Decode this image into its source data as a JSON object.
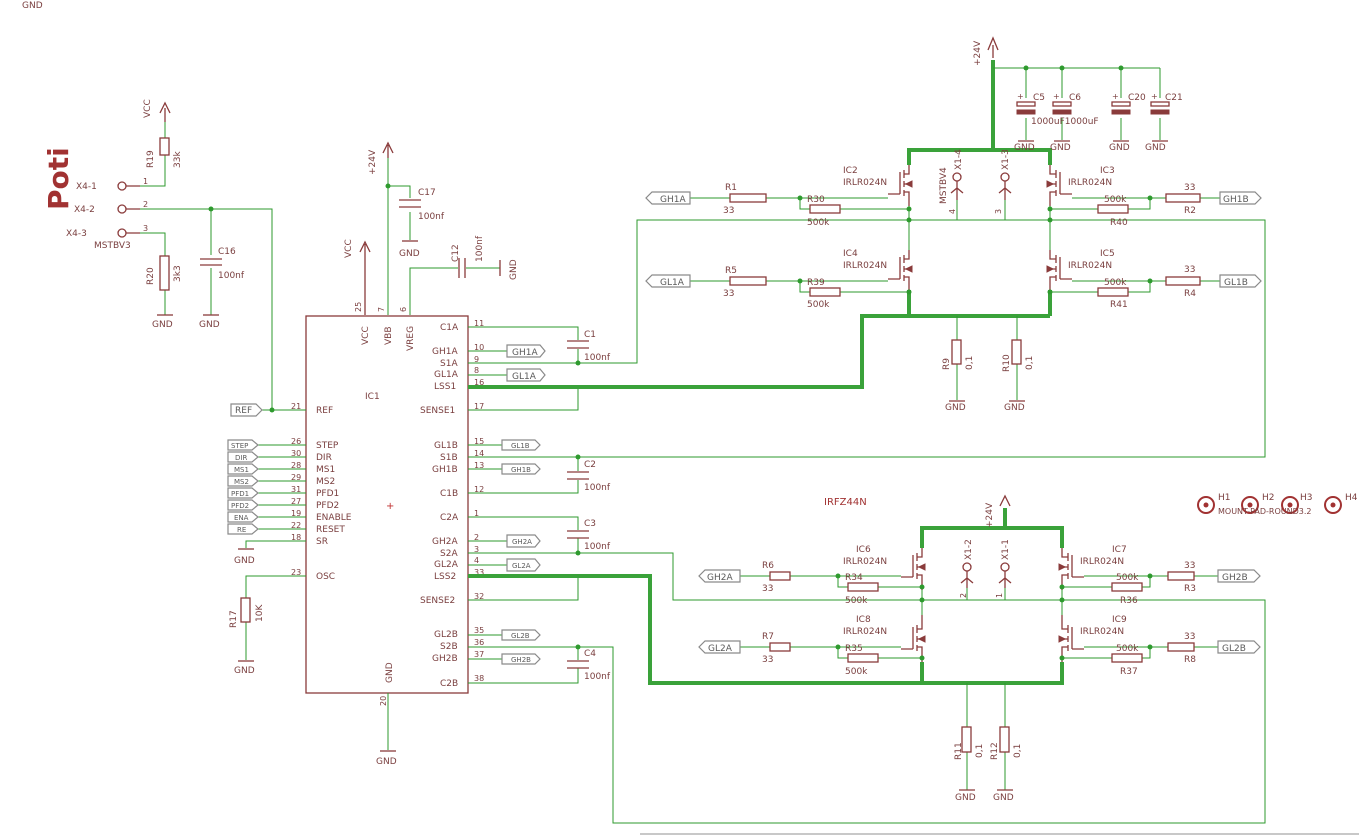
{
  "corner_label": "GND",
  "poti": {
    "title": "Poti",
    "pins": [
      "X4-1",
      "X4-2",
      "X4-3"
    ],
    "connector": "MSTBV3",
    "pin_numbers": [
      "1",
      "2",
      "3"
    ]
  },
  "supplies": {
    "vcc": "VCC",
    "v24": "+24V",
    "gnd": "GND"
  },
  "ic1": {
    "name": "IC1",
    "top_pins": [
      {
        "name": "VCC",
        "num": "25"
      },
      {
        "name": "VBB",
        "num": "7"
      },
      {
        "name": "VREG",
        "num": "6"
      }
    ],
    "bottom_pin": {
      "name": "GND",
      "num": "20"
    },
    "left_pins": [
      {
        "name": "REF",
        "num": "21"
      },
      {
        "name": "STEP",
        "num": "26"
      },
      {
        "name": "DIR",
        "num": "30"
      },
      {
        "name": "MS1",
        "num": "28"
      },
      {
        "name": "MS2",
        "num": "29"
      },
      {
        "name": "PFD1",
        "num": "31"
      },
      {
        "name": "PFD2",
        "num": "27"
      },
      {
        "name": "ENABLE",
        "num": "19"
      },
      {
        "name": "RESET",
        "num": "22"
      },
      {
        "name": "SR",
        "num": "18"
      },
      {
        "name": "OSC",
        "num": "23"
      }
    ],
    "right_pins": [
      {
        "name": "C1A",
        "num": "11"
      },
      {
        "name": "GH1A",
        "num": "10"
      },
      {
        "name": "S1A",
        "num": "9"
      },
      {
        "name": "GL1A",
        "num": "8"
      },
      {
        "name": "LSS1",
        "num": "16"
      },
      {
        "name": "SENSE1",
        "num": "17"
      },
      {
        "name": "GL1B",
        "num": "15"
      },
      {
        "name": "S1B",
        "num": "14"
      },
      {
        "name": "GH1B",
        "num": "13"
      },
      {
        "name": "C1B",
        "num": "12"
      },
      {
        "name": "C2A",
        "num": "1"
      },
      {
        "name": "GH2A",
        "num": "2"
      },
      {
        "name": "S2A",
        "num": "3"
      },
      {
        "name": "GL2A",
        "num": "4"
      },
      {
        "name": "LSS2",
        "num": "33"
      },
      {
        "name": "SENSE2",
        "num": "32"
      },
      {
        "name": "GL2B",
        "num": "35"
      },
      {
        "name": "S2B",
        "num": "36"
      },
      {
        "name": "GH2B",
        "num": "37"
      },
      {
        "name": "C2B",
        "num": "38"
      }
    ]
  },
  "net_labels_left": [
    "REF",
    "STEP",
    "DIR",
    "MS1",
    "MS2",
    "PFD1",
    "PFD2",
    "ENA",
    "RE"
  ],
  "net_labels_right": [
    "GH1A",
    "GL1A",
    "GL1B",
    "GH1B",
    "GH2A",
    "GL2A",
    "GL2B",
    "GH2B"
  ],
  "caps": {
    "C1": "C1",
    "C1v": "100nf",
    "C2": "C2",
    "C2v": "100nf",
    "C3": "C3",
    "C3v": "100nf",
    "C4": "C4",
    "C4v": "100nf",
    "C5": "C5",
    "C6": "C6",
    "C56v": "1000uF1000uF",
    "C20": "C20",
    "C21": "C21",
    "C12": "C12",
    "C12v": "100nf",
    "C16": "C16",
    "C16v": "100nf",
    "C17": "C17",
    "C17v": "100nf"
  },
  "resistors": {
    "R19": "R19",
    "R19v": "33k",
    "R20": "R20",
    "R20v": "3k3",
    "R17": "R17",
    "R17v": "10K",
    "R1": "R1",
    "R2": "R2",
    "R4": "R4",
    "R5": "R5",
    "R3": "R3",
    "R6": "R6",
    "R7": "R7",
    "R8": "R8",
    "v33": "33",
    "R30": "R30",
    "R40": "R40",
    "R39": "R39",
    "R41": "R41",
    "R34": "R34",
    "R36": "R36",
    "R35": "R35",
    "R37": "R37",
    "v500k": "500k",
    "R9": "R9",
    "R10": "R10",
    "R11": "R11",
    "R12": "R12",
    "v01": "0,1"
  },
  "mosfets": {
    "IC2": "IC2",
    "IC3": "IC3",
    "IC4": "IC4",
    "IC5": "IC5",
    "IC6": "IC6",
    "IC7": "IC7",
    "IC8": "IC8",
    "IC9": "IC9",
    "type": "IRLR024N"
  },
  "connectors": {
    "X1_1": "X1-1",
    "X1_2": "X1-2",
    "X1_3": "X1-3",
    "X1_4": "X1-4",
    "MSTBV4": "MSTBV4",
    "n1": "1",
    "n2": "2",
    "n3": "3",
    "n4": "4"
  },
  "top_right_net_labels": {
    "GH1A": "GH1A",
    "GH1B": "GH1B",
    "GL1A": "GL1A",
    "GL1B": "GL1B",
    "GH2A": "GH2A",
    "GH2B": "GH2B",
    "GL2A": "GL2A",
    "GL2B": "GL2B"
  },
  "note": "IRFZ44N",
  "holes": {
    "H1": "H1",
    "H2": "H2",
    "H3": "H3",
    "H4": "H4",
    "mount": "MOUNT-PAD-ROUND3.2"
  }
}
